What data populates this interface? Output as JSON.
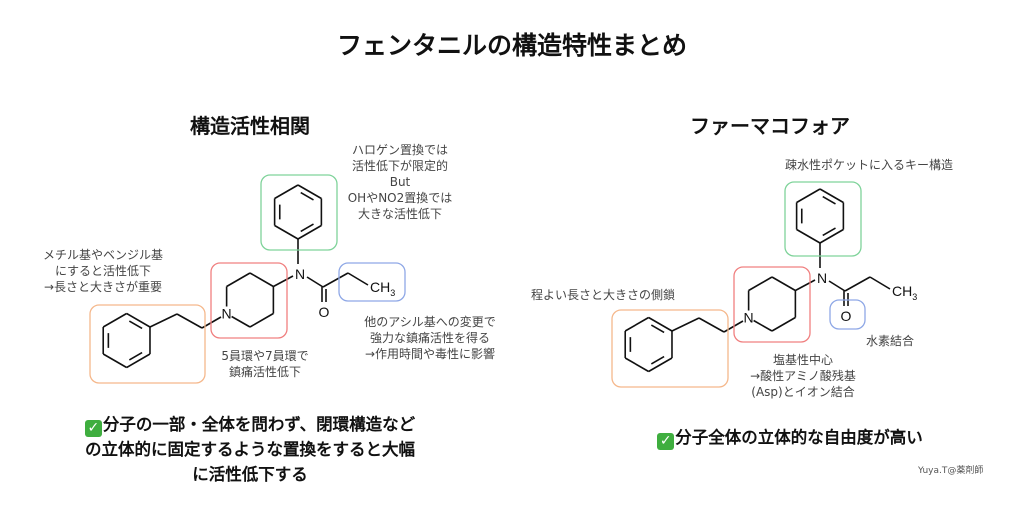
{
  "title": "フェンタニルの構造特性まとめ",
  "left": {
    "heading": "構造活性相関",
    "notes": {
      "phenyl": [
        "ハロゲン置換では",
        "活性低下が限定的",
        "But",
        "OHやNO2置換では",
        "大きな活性低下"
      ],
      "side_chain": [
        "メチル基やベンジル基",
        "にすると活性低下",
        "→長さと大きさが重要"
      ],
      "ring": [
        "5員環や7員環で",
        "鎮痛活性低下"
      ],
      "acyl": [
        "他のアシル基への変更で",
        "強力な鎮痛活性を得る",
        "→作用時間や毒性に影響"
      ]
    },
    "conclusion": [
      "分子の一部・全体を問わず、閉環構造など",
      "の立体的に固定するような置換をすると大幅",
      "に活性低下する"
    ]
  },
  "right": {
    "heading": "ファーマコフォア",
    "notes": {
      "phenyl": "疎水性ポケットに入るキー構造",
      "side_chain": "程よい長さと大きさの側鎖",
      "oxygen": "水素結合",
      "ring": [
        "塩基性中心",
        "→酸性アミノ酸残基",
        "(Asp)とイオン結合"
      ]
    },
    "conclusion": "分子全体の立体的な自由度が高い"
  },
  "molecule": {
    "n": "N",
    "o": "O",
    "ch": "CH",
    "sub3": "3"
  },
  "check_icon": "✓",
  "credit": "Yuya.T@薬剤師",
  "colors": {
    "green": "#7fd39a",
    "red": "#f08080",
    "blue": "#8fa8e6",
    "orange": "#f5b88c",
    "check": "#3fae3f"
  }
}
